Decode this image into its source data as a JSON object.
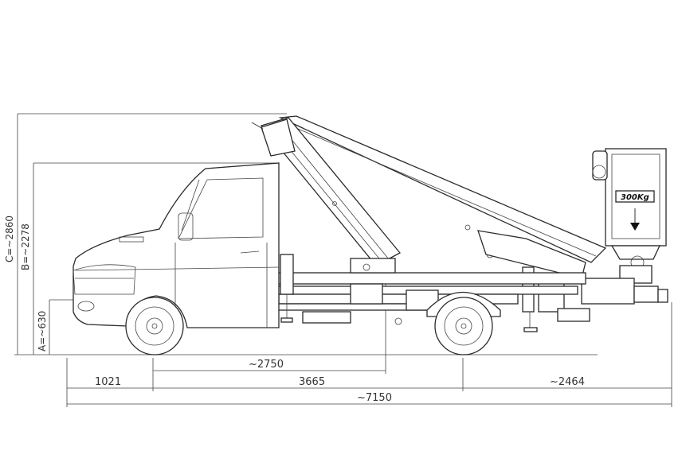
{
  "dimensions": {
    "height_c": "C=~2860",
    "height_b": "B=~2278",
    "height_a": "A=~630",
    "wheelbase_partial": "~2750",
    "front_overhang": "1021",
    "wheelbase": "3665",
    "rear_overhang": "~2464",
    "total_length": "~7150"
  },
  "basket": {
    "capacity": "300Kg"
  }
}
